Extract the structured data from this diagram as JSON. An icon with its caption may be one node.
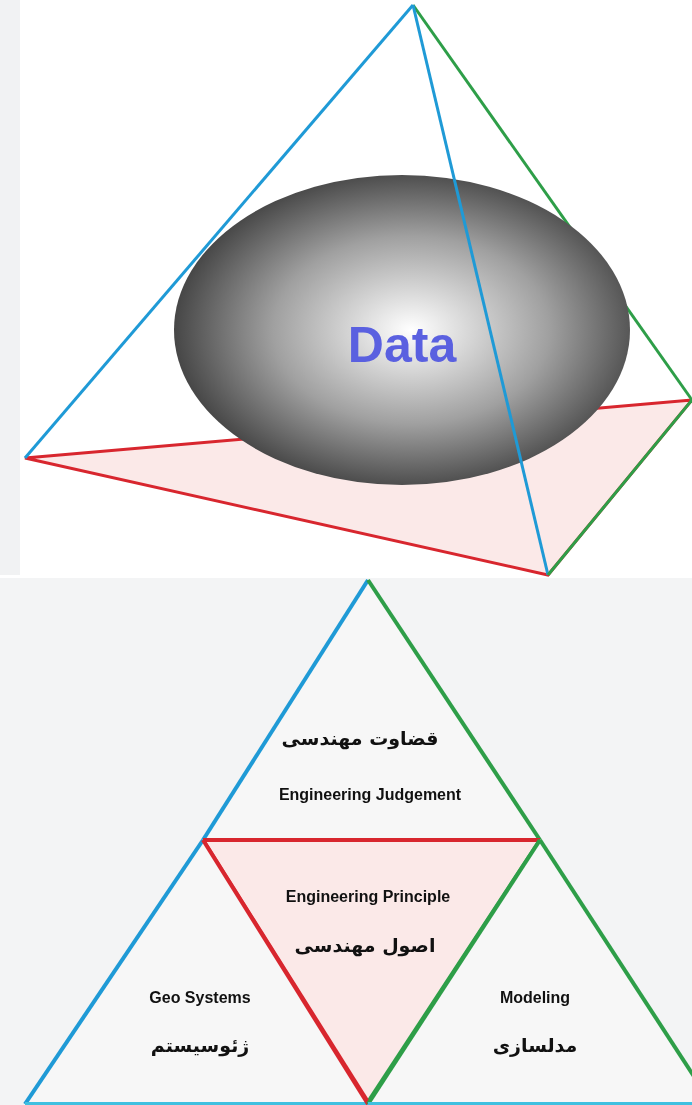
{
  "diagram": {
    "nodes": [
      {
        "text": [
          "Data"
        ]
      },
      {
        "text": [
          "قضاوت مهندسی",
          "Engineering Judgement"
        ]
      },
      {
        "text": [
          "Engineering Principle",
          "اصول مهندسی"
        ]
      },
      {
        "text": [
          "Geo Systems",
          "ژئوسیستم"
        ]
      },
      {
        "text": [
          "Modeling",
          "مدلسازی"
        ]
      }
    ]
  }
}
